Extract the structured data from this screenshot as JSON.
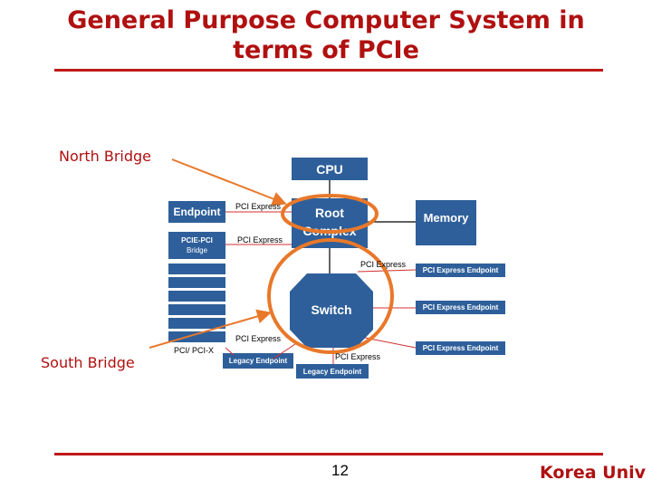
{
  "slide": {
    "title_line1": "General Purpose Computer System in",
    "title_line2": "terms of PCIe",
    "page_number": "12",
    "institution": "Korea Univ"
  },
  "annotations": {
    "north_bridge": "North Bridge",
    "south_bridge": "South Bridge"
  },
  "diagram": {
    "cpu": "CPU",
    "root": "Root",
    "complex": "Complex",
    "memory": "Memory",
    "endpoint": "Endpoint",
    "pcie_pci": "PCIE-PCI",
    "bridge": "Bridge",
    "switch": "Switch",
    "legacy_endpoint": "Legacy Endpoint",
    "pci_express_endpoint": "PCI Express Endpoint",
    "link_pci_express": "PCI Express",
    "link_pci_pcix": "PCI/ PCI-X"
  },
  "colors": {
    "title": "#b01010",
    "box": "#2e5f9a",
    "arrow": "#e8782a",
    "link": "#d03030"
  }
}
